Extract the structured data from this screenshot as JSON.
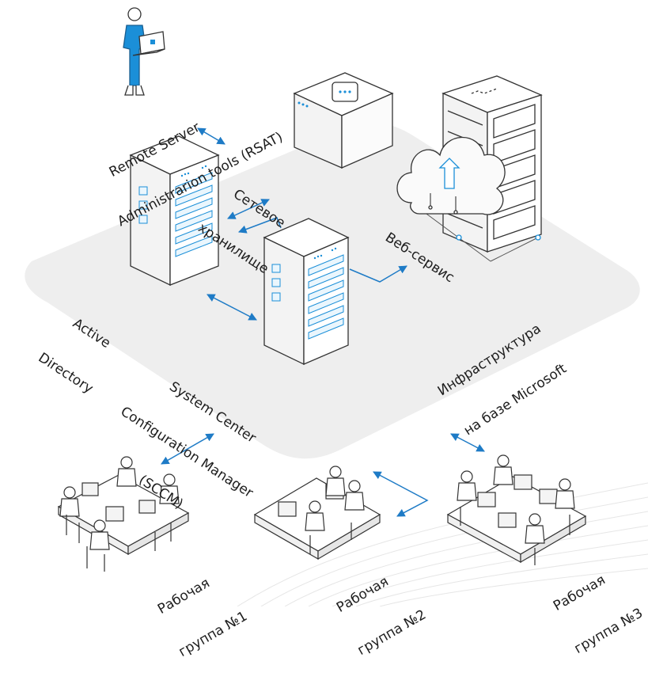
{
  "colors": {
    "platform": "#eeeeee",
    "outline": "#333333",
    "accent": "#1e7bc6",
    "accent_light": "#9fd4f3",
    "person": "#1b8fd8",
    "text": "#1d1d1d"
  },
  "labels": {
    "rsat_line1": "Remote Server",
    "rsat_line2": "Administrarion tools (RSAT)",
    "storage_line1": "Сетевое",
    "storage_line2": "хранилище",
    "web_service": "Веб-сервис",
    "ad_line1": "Active",
    "ad_line2": "Directory",
    "sccm_line1": "System Center",
    "sccm_line2": "Configuration Manager",
    "sccm_line3": "(SCCM)",
    "infra_line1": "Инфраструктура",
    "infra_line2": "на базе Microsoft",
    "group1_line1": "Рабочая",
    "group1_line2": "группа №1",
    "group2_line1": "Рабочая",
    "group2_line2": "группа №2",
    "group3_line1": "Рабочая",
    "group3_line2": "группа №3"
  },
  "icons": [
    "admin-person-icon",
    "laptop-icon",
    "storage-device-icon",
    "web-server-rack-icon",
    "cloud-upload-icon",
    "server-tower-icon",
    "workstation-group-icon"
  ]
}
